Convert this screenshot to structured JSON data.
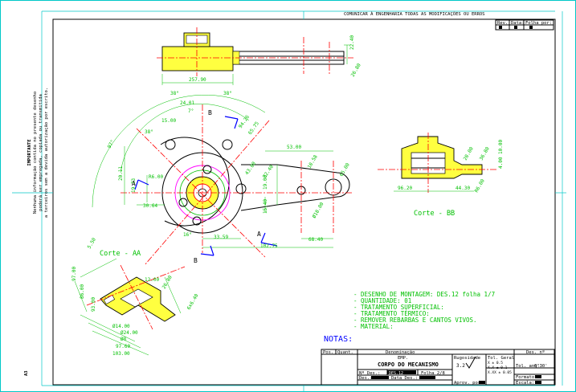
{
  "header": {
    "notice": "COMUNICAR À ENGENHARIA TODAS AS MODIFICAÇÕES OU ERROS"
  },
  "rev_table": {
    "rev": "Rev.",
    "date": "Data:",
    "sheet": "Folha por:"
  },
  "side_note": {
    "title": "IMPORTANTE",
    "lines": [
      "Nenhuma informação contida no presente desenho",
      "poderá ser empregada, copiada ou transmitida",
      "a terceiros sem a devida autorização por escrito."
    ]
  },
  "sheet_size": "A3",
  "sections": {
    "bb": "Corte - BB",
    "aa": "Corte - AA"
  },
  "section_markers": {
    "a": "A",
    "b": "B"
  },
  "notes_title": "NOTAS:",
  "notes": [
    "- DESENHO DE MONTAGEM: DES.12 folha 1/7",
    "- QUANTIDADE: 01",
    "- TRATAMENTO SUPERFICIAL:",
    "- TRATAMENTO TÉRMICO:",
    "- REMOVER REBARBAS E CANTOS  VIVOS.",
    "- MATERIAL:"
  ],
  "title_block": {
    "pos": "Pos.",
    "qty": "Quant.",
    "denominacao": "Denominação",
    "des_no": "Des. nº",
    "empresa": "EMP.",
    "titulo": "CORPO DO MECANISMO",
    "n_des": "Nº Des.:",
    "n_des_value": "DES.12",
    "folha": "Folha 2/8",
    "des": "Des.:",
    "data_des": "Data Des.:",
    "aprov": "Aprov. por:",
    "rugosidade": "Rugosidade",
    "tol_geral": "Tol. Geral",
    "tol_ang": "Tol. ang.",
    "tol_ang_value": "0°30'",
    "formato": "Formato:",
    "escala": "Escala:"
  },
  "dimensions": {
    "top_len": "257.90",
    "top_h1": "22.40",
    "top_h2": "26.80",
    "ang1": "38°",
    "ang2": "38°",
    "ang3": "38°",
    "d1": "24.01",
    "d2": "7°",
    "d3": "15.00",
    "d4": "97°",
    "d5": "94.26",
    "d6": "65.75",
    "d7": "53.00",
    "d8": "43.00",
    "d9": "20.11",
    "d10": "R6.00",
    "d11": "19.73",
    "d12": "22.40",
    "d13": "30.64",
    "d14": "16°",
    "d15": "33.59",
    "d16": "102.75",
    "d17": "68.40",
    "d18": "19.00",
    "d19": "15.40",
    "d20": "10.58",
    "d21": "65.00",
    "d22": "R6.00",
    "d23": "20.00",
    "d24": "Ø18.00",
    "bb1": "96.20",
    "bb2": "44.30",
    "bb3": "20.00",
    "bb4": "4.00",
    "bb5": "36.80",
    "bb6": "10.00",
    "aa1": "103.00",
    "aa2": "97.00",
    "aa3": "86.00",
    "aa4": "5.50",
    "aa5": "93.00",
    "aa6": "Ø14.00",
    "aa7": "Ø24.00",
    "aa8": "Ø8",
    "aa9": "97.60",
    "aa10": "6x6.40",
    "aa11": "26.80",
    "aa12": "12.00"
  },
  "rugosity_symbol": "3.2",
  "tol_values": [
    "X   ± 0.5",
    "X.X  ± 0.1",
    "X.XX ± 0.05"
  ]
}
